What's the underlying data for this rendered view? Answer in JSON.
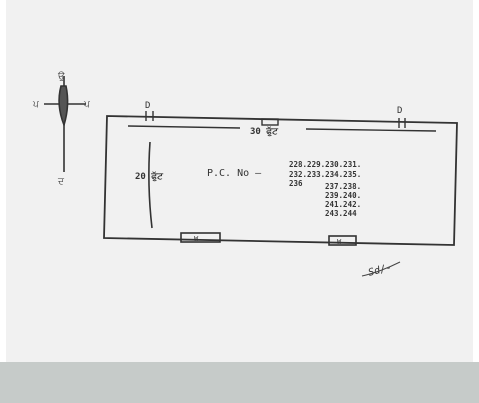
{
  "diagram": {
    "compass": {
      "north": "ਉ",
      "south": "ਦ",
      "east": "ਪ",
      "west": "ਪ"
    },
    "door_label_left": "D",
    "door_label_right": "D",
    "top_dimension": "30 ਫੁੱਟ",
    "side_dimension": "20 ਫੁੱਟ",
    "plot_label": "P.C. No —",
    "plot_numbers": [
      "228.229.230.231.",
      "232.233.234.235.",
      "236",
      "237.238.",
      "239.240.",
      "241.242.",
      "243.244"
    ],
    "window_label_left": "W",
    "window_label_right": "W",
    "signature": "Sd/-"
  },
  "colors": {
    "sheet": "#f1f1f1",
    "band": "#c6cbc9",
    "ink": "#333333"
  }
}
